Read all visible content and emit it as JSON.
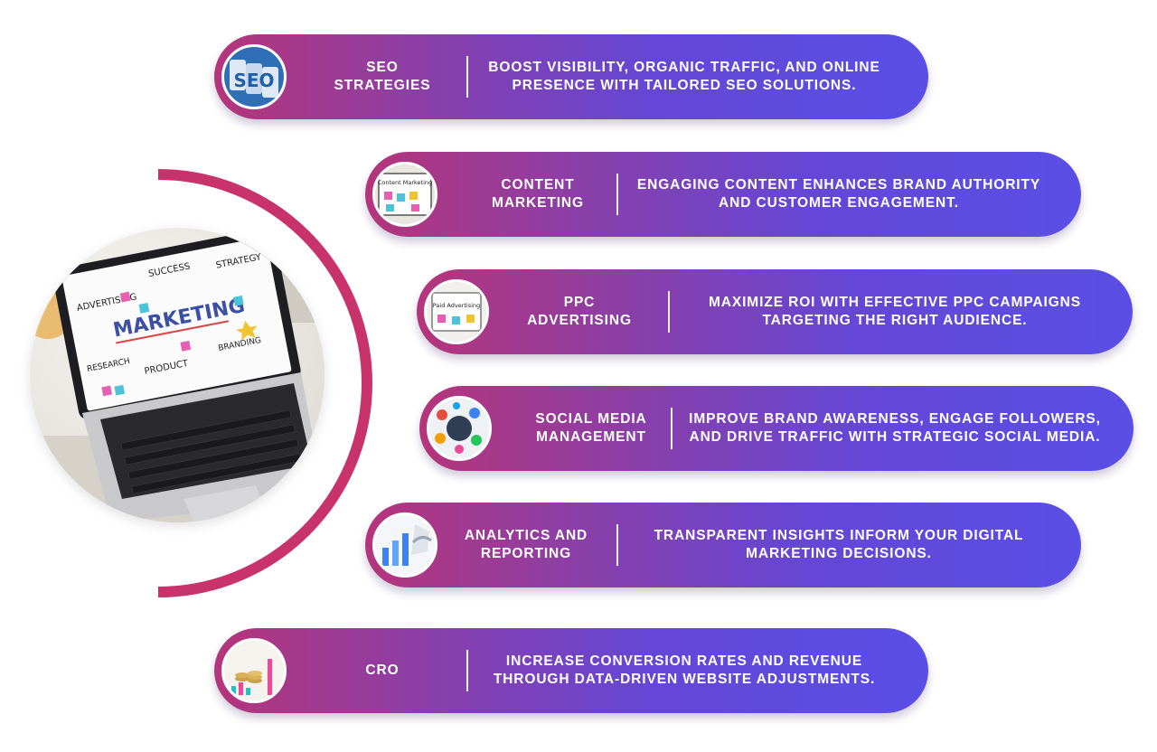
{
  "hero": {
    "screen_words": [
      "ADVERTISING",
      "SUCCESS",
      "STRATEGY",
      "MARKETING",
      "RESEARCH",
      "PRODUCT",
      "BRANDING"
    ]
  },
  "services": [
    {
      "title_lines": [
        "SEO",
        "STRATEGIES"
      ],
      "description": "BOOST VISIBILITY, ORGANIC TRAFFIC, AND ONLINE PRESENCE WITH TAILORED SEO SOLUTIONS.",
      "thumb_text": "SEO",
      "icon": "seo-blocks-icon"
    },
    {
      "title_lines": [
        "CONTENT",
        "MARKETING"
      ],
      "description": "ENGAGING CONTENT ENHANCES BRAND AUTHORITY AND CUSTOMER ENGAGEMENT.",
      "thumb_text": "Content Marketing",
      "icon": "content-marketing-icon"
    },
    {
      "title_lines": [
        "PPC",
        "ADVERTISING"
      ],
      "description": "MAXIMIZE ROI WITH EFFECTIVE PPC CAMPAIGNS TARGETING THE RIGHT AUDIENCE.",
      "thumb_text": "Paid Advertising",
      "icon": "paid-advertising-icon"
    },
    {
      "title_lines": [
        "SOCIAL MEDIA",
        "MANAGEMENT"
      ],
      "description": "IMPROVE BRAND AWARENESS, ENGAGE FOLLOWERS, AND DRIVE TRAFFIC WITH STRATEGIC SOCIAL MEDIA.",
      "icon": "social-media-icon"
    },
    {
      "title_lines": [
        "ANALYTICS AND",
        "REPORTING"
      ],
      "description": "TRANSPARENT INSIGHTS INFORM YOUR DIGITAL MARKETING DECISIONS.",
      "icon": "analytics-chart-icon"
    },
    {
      "title_lines": [
        "CRO"
      ],
      "description": "INCREASE CONVERSION RATES AND REVENUE THROUGH DATA-DRIVEN WEBSITE ADJUSTMENTS.",
      "icon": "coins-growth-icon"
    }
  ],
  "colors": {
    "gradient_start": "#b5357a",
    "gradient_end": "#5a4ee6",
    "arc": "#c8336b",
    "text": "#ffffff"
  }
}
